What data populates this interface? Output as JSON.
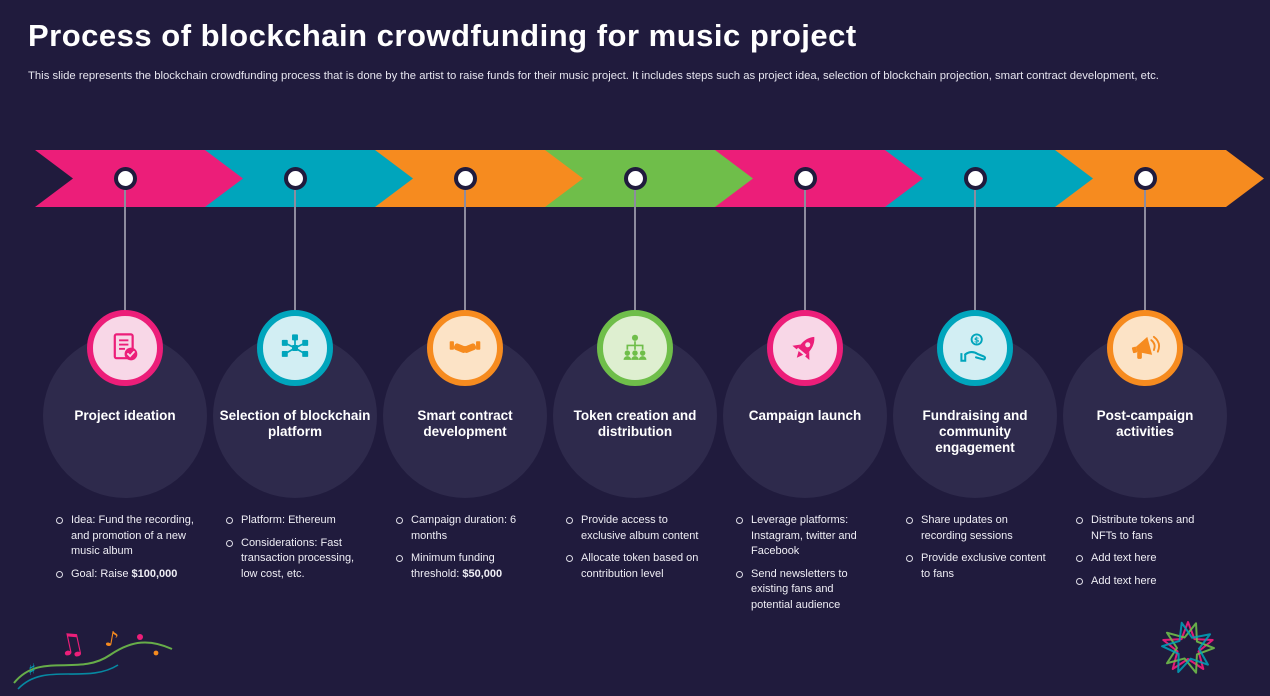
{
  "slide": {
    "title": "Process of blockchain crowdfunding for music project",
    "subtitle": "This slide represents the blockchain crowdfunding process that is done by the artist to raise funds for their music project. It includes steps such as project idea, selection of blockchain projection, smart contract development, etc."
  },
  "colors": {
    "background": "#201B3D",
    "bubble": "#2E2A4C",
    "pink": "#EC1E79",
    "teal": "#00A5BC",
    "orange": "#F68B1F",
    "green": "#6FBE4A",
    "pink_light": "#F8D7E7",
    "teal_light": "#D2EEF3",
    "orange_light": "#FCE3C6",
    "green_light": "#DEEFD0"
  },
  "steps": [
    {
      "title": "Project ideation",
      "color": "pink",
      "icon": "document-check-icon",
      "bullets": [
        [
          {
            "text": "Idea: Fund the recording, and promotion of a new music album"
          }
        ],
        [
          {
            "text": "Goal: Raise "
          },
          {
            "text": "$100,000",
            "bold": true
          }
        ]
      ]
    },
    {
      "title": "Selection of blockchain platform",
      "color": "teal",
      "icon": "blockchain-nodes-icon",
      "bullets": [
        [
          {
            "text": "Platform: Ethereum"
          }
        ],
        [
          {
            "text": "Considerations: Fast transaction processing, low cost, etc."
          }
        ]
      ]
    },
    {
      "title": "Smart contract development",
      "color": "orange",
      "icon": "handshake-icon",
      "bullets": [
        [
          {
            "text": "Campaign duration: 6 months"
          }
        ],
        [
          {
            "text": "Minimum funding threshold: "
          },
          {
            "text": "$50,000",
            "bold": true
          }
        ]
      ]
    },
    {
      "title": "Token creation and distribution",
      "color": "green",
      "icon": "token-distribution-icon",
      "bullets": [
        [
          {
            "text": "Provide access to exclusive album content"
          }
        ],
        [
          {
            "text": "Allocate token based on contribution level"
          }
        ]
      ]
    },
    {
      "title": "Campaign launch",
      "color": "pink",
      "icon": "rocket-icon",
      "bullets": [
        [
          {
            "text": "Leverage platforms: Instagram, twitter and Facebook"
          }
        ],
        [
          {
            "text": "Send newsletters to existing fans and potential audience"
          }
        ]
      ]
    },
    {
      "title": "Fundraising and community engagement",
      "color": "teal",
      "icon": "fundraising-hand-icon",
      "bullets": [
        [
          {
            "text": "Share updates on recording sessions"
          }
        ],
        [
          {
            "text": "Provide exclusive content to fans"
          }
        ]
      ]
    },
    {
      "title": "Post-campaign activities",
      "color": "orange",
      "icon": "megaphone-icon",
      "bullets": [
        [
          {
            "text": "Distribute tokens and NFTs to fans"
          }
        ],
        [
          {
            "text": "Add text here"
          }
        ],
        [
          {
            "text": "Add text here"
          }
        ]
      ]
    }
  ]
}
